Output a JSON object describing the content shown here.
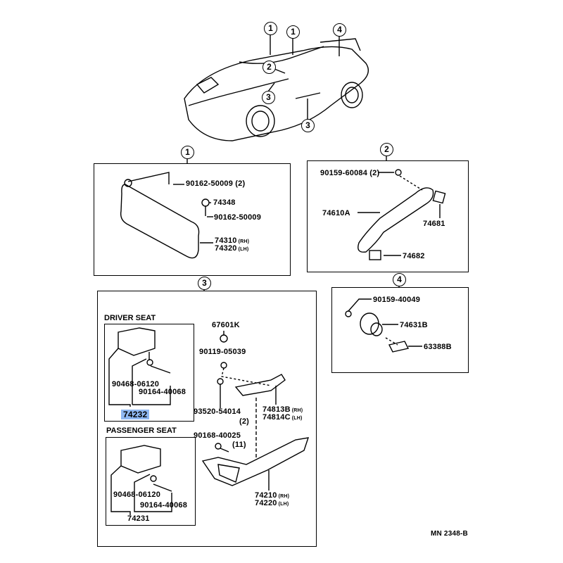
{
  "callouts": {
    "c1": "1",
    "c2": "2",
    "c3": "3",
    "c4": "4"
  },
  "box1": {
    "p1": "90162-50009 (2)",
    "p2": "74348",
    "p3": "90162-50009",
    "p4": "74310",
    "p4s": "(RH)",
    "p5": "74320",
    "p5s": "(LH)"
  },
  "box2": {
    "p1": "90159-60084 (2)",
    "p2": "74610A",
    "p3": "74681",
    "p4": "74682"
  },
  "box4": {
    "p1": "90159-40049",
    "p2": "74631B",
    "p3": "63388B"
  },
  "box3": {
    "driver_title": "DRIVER SEAT",
    "driver": {
      "p1": "90468-06120",
      "p2": "90164-40068",
      "p3": "74232"
    },
    "passenger_title": "PASSENGER SEAT",
    "passenger": {
      "p1": "90468-06120",
      "p2": "90164-40068",
      "p3": "74231"
    },
    "p1": "67601K",
    "p2": "90119-05039",
    "p3": "93520-54014",
    "p3q": "(2)",
    "p4": "74813B",
    "p4s": "(RH)",
    "p5": "74814C",
    "p5s": "(LH)",
    "p6": "90168-40025",
    "p6q": "(11)",
    "p7": "74210",
    "p7s": "(RH)",
    "p8": "74220",
    "p8s": "(LH)"
  },
  "diagram_code": "MN 2348-B",
  "colors": {
    "highlight": "#8fb8f2"
  }
}
